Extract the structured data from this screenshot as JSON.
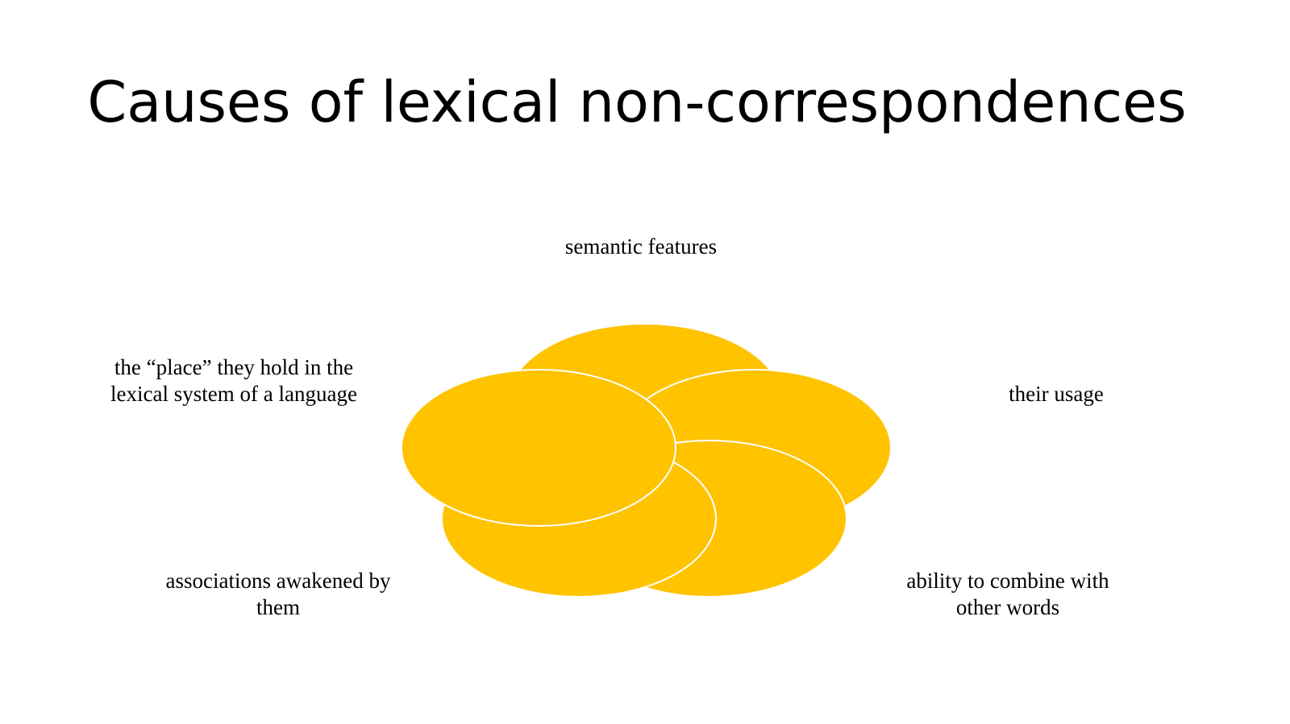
{
  "title": "Causes of lexical non-correspondences",
  "colors": {
    "petal_fill": "#FFC300",
    "petal_stroke": "#FFFFFF",
    "text": "#000000",
    "background": "#FFFFFF"
  },
  "diagram": {
    "type": "interlocking-petals",
    "items": [
      {
        "label": "semantic features"
      },
      {
        "label": "their usage"
      },
      {
        "label": "ability to combine with other words"
      },
      {
        "label": "associations awakened by them"
      },
      {
        "label": "the “place” they hold in the lexical system of a language"
      }
    ]
  }
}
